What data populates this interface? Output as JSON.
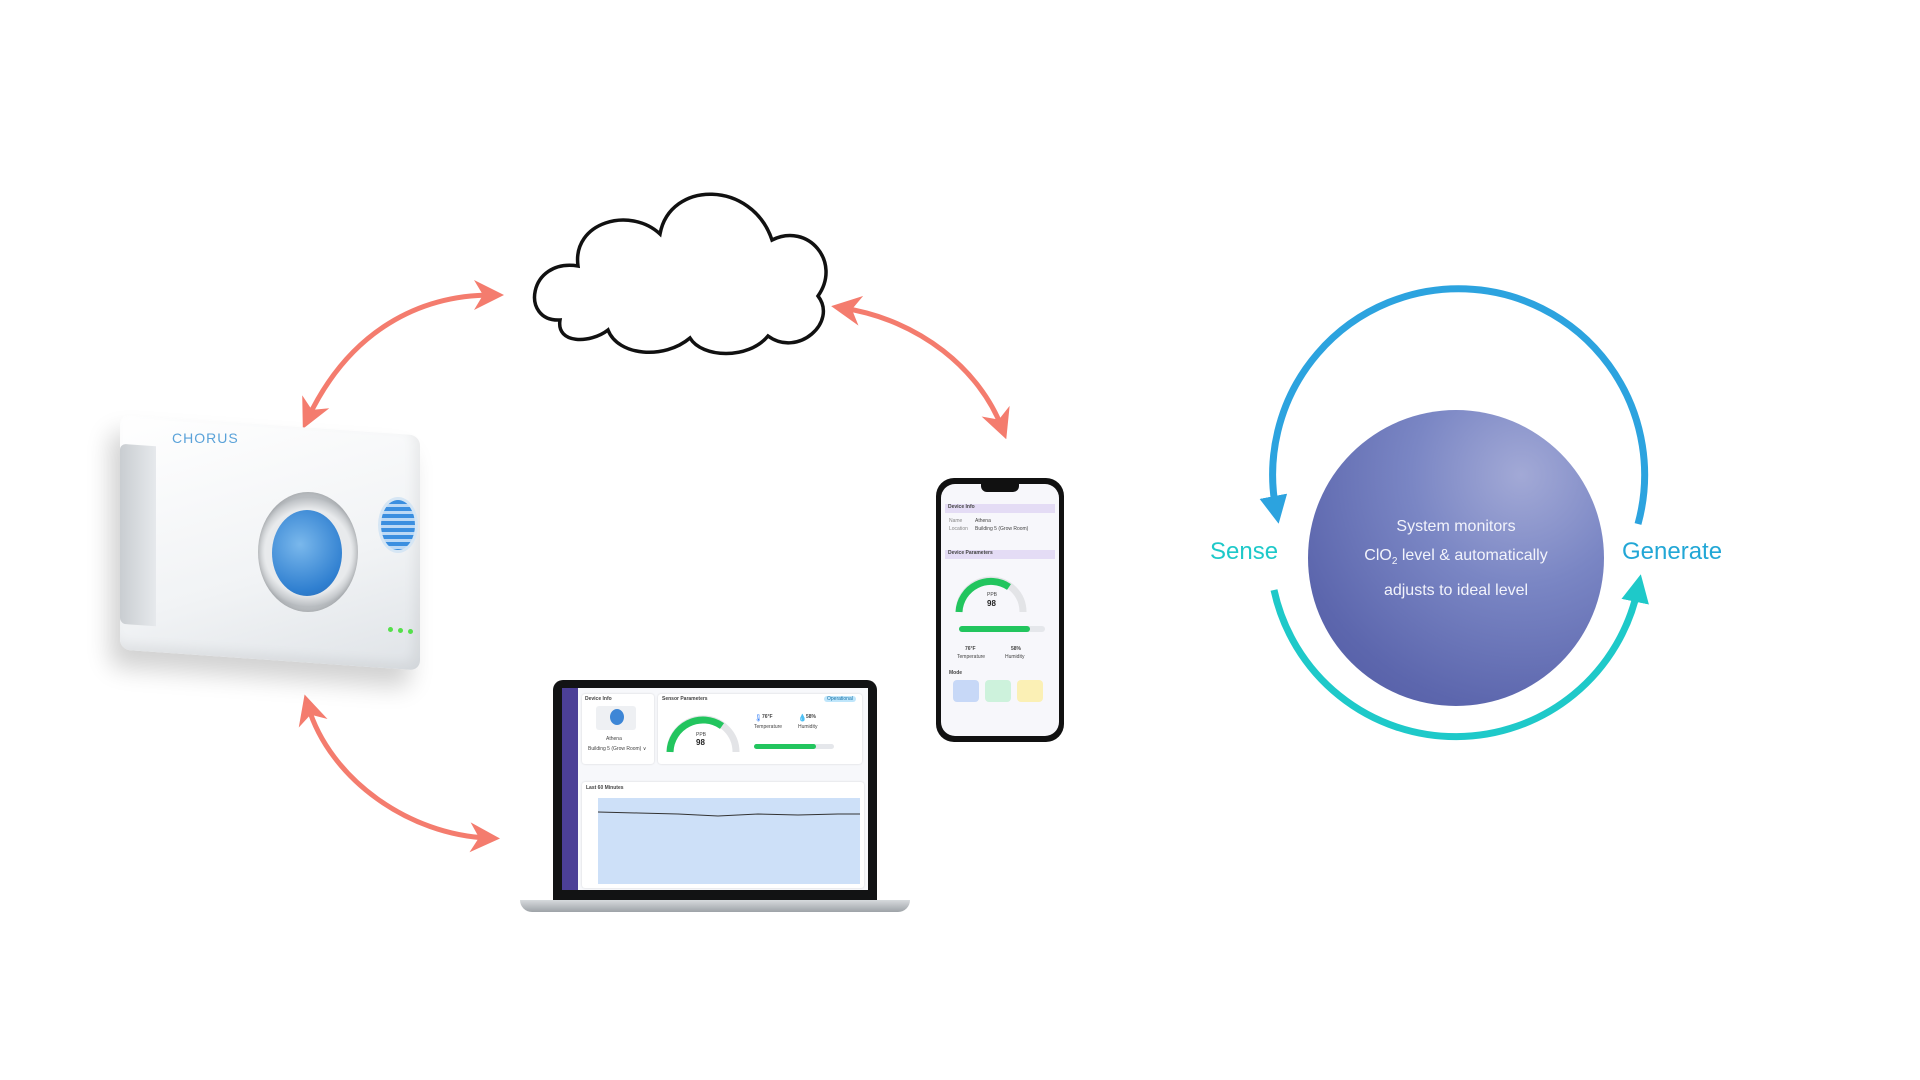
{
  "device": {
    "brand": "CHORUS"
  },
  "laptop_screen": {
    "device_info_title": "Device Info",
    "device_name": "Athena",
    "device_location": "Building 5 (Grow Room) ∨",
    "params_title": "Sensor Parameters",
    "status_chip": "Operational",
    "gauge_unit": "PPB",
    "gauge_value": "98",
    "temperature_value": "76°F",
    "temperature_label": "Temperature",
    "humidity_value": "58%",
    "humidity_label": "Humidity",
    "progress_fraction": 0.78,
    "chart_title": "Last 60 Minutes"
  },
  "phone_screen": {
    "device_info_title": "Device Info",
    "name_label": "Name",
    "name_value": "Athena",
    "location_label": "Location",
    "location_value": "Building 5 (Grow Room)",
    "params_title": "Device Parameters",
    "gauge_unit": "PPB",
    "gauge_value": "98",
    "progress_fraction": 0.82,
    "temperature_value": "76°F",
    "temperature_label": "Temperature",
    "humidity_value": "58%",
    "humidity_label": "Humidity",
    "mode_title": "Mode"
  },
  "cycle": {
    "line1": "System monitors",
    "line2_prefix": "ClO",
    "line2_sub": "2",
    "line2_suffix": " level & automatically",
    "line3": "adjusts to ideal level",
    "left_label": "Sense",
    "right_label": "Generate"
  },
  "colors": {
    "arrow": "#f47c6e",
    "cycle_top": "#2ca3df",
    "cycle_bottom": "#1ec9c9",
    "core": "#5c66ad",
    "gauge_green": "#22c55e"
  }
}
